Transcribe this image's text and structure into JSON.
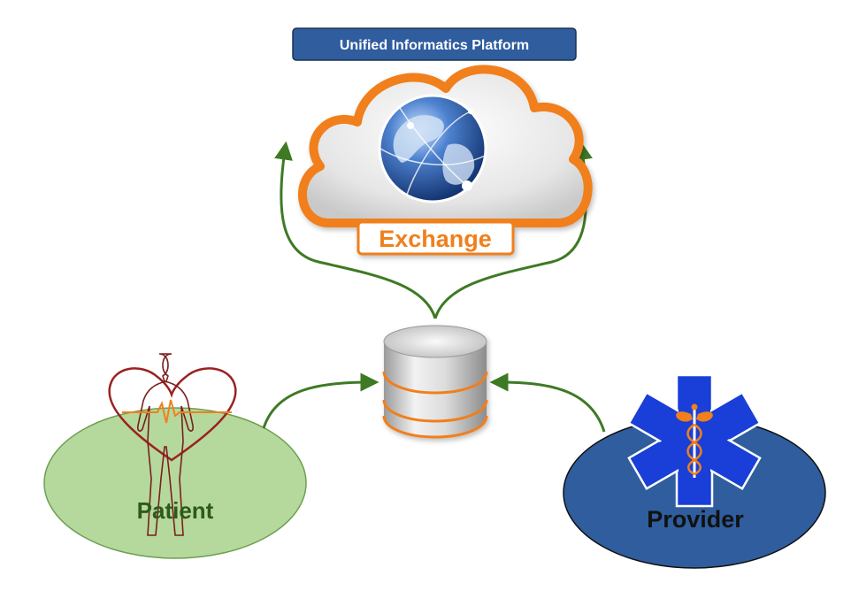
{
  "header": {
    "title": "Unified Informatics Platform",
    "bg_color": "#2F5D9E",
    "text_color": "#ffffff"
  },
  "cloud": {
    "label": "Exchange",
    "accent_color": "#F07F1C",
    "icon": "globe-icon"
  },
  "database": {
    "icon": "database-icon",
    "band_color": "#F07F1C"
  },
  "patient": {
    "label": "Patient",
    "fill_color": "#B5D99C",
    "text_color": "#2E5A1B",
    "icon": "human-heart-icon"
  },
  "provider": {
    "label": "Provider",
    "fill_color": "#2F5D9E",
    "text_color": "#111111",
    "icon": "star-of-life-icon"
  },
  "arrows": {
    "color": "#3E7A24"
  }
}
